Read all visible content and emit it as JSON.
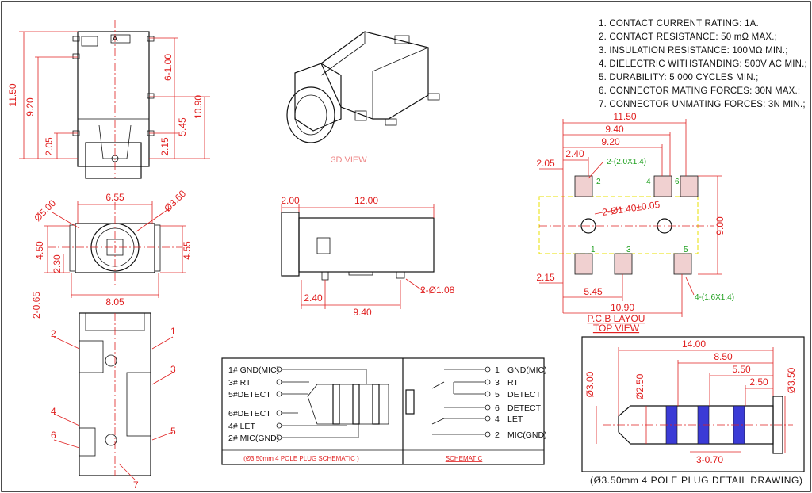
{
  "specs": [
    "1.  CONTACT CURRENT RATING: 1A.",
    "2.  CONTACT RESISTANCE: 50 mΩ MAX.;",
    "3.  INSULATION RESISTANCE: 100MΩ MIN.;",
    "4.  DIELECTRIC WITHSTANDING: 500V AC MIN.;",
    "5.  DURABILITY: 5,000 CYCLES MIN.;",
    "6.  CONNECTOR MATING FORCES: 30N   MAX.;",
    "7.  CONNECTOR UNMATING FORCES: 3N MIN.;"
  ],
  "views": {
    "view_3d": "3D VIEW",
    "pcb_layout": "P.C.B LAYOU",
    "top_view": "TOP VIEW",
    "plug_schematic_caption": "(Ø3.50mm 4 POLE PLUG SCHEMATIC )",
    "schematic_caption": "SCHEMATIC",
    "plug_detail_title": "(Ø3.50mm 4 POLE PLUG DETAIL DRAWING)"
  },
  "dims_front": {
    "h_total": "11.50",
    "h_920": "9.20",
    "h_205": "2.05",
    "h_610": "6-1.00",
    "h_1090": "10.90",
    "h_545": "5.45",
    "h_215": "2.15",
    "letter": "A"
  },
  "dims_round": {
    "dia_500": "Ø5.00",
    "w_655": "6.55",
    "dia_360": "Ø3.60",
    "h_450": "4.50",
    "h_455": "4.55",
    "h_230": "2.30",
    "w_805": "8.05",
    "side_065": "2-0.65"
  },
  "dims_side": {
    "w_200": "2.00",
    "w_1200": "12.00",
    "w_240": "2.40",
    "w_940": "9.40",
    "dia_108": "2-Ø1.08"
  },
  "dims_pcb": {
    "w_1150": "11.50",
    "w_940": "9.40",
    "w_920": "9.20",
    "w_240": "2.40",
    "w_205": "2.05",
    "pad_2x14": "2-(2.0X1.4)",
    "hole_140": "2-Ø1.40±0.05",
    "h_900": "9.00",
    "w_215": "2.15",
    "w_545": "5.45",
    "w_1090": "10.90",
    "pad_16x14": "4-(1.6X1.4)",
    "pins": [
      "2",
      "4",
      "6",
      "1",
      "3",
      "5"
    ]
  },
  "pin_labels_bottom": [
    "2",
    "1",
    "3",
    "4",
    "5",
    "6",
    "7"
  ],
  "plug_schematic": {
    "left": [
      "1# GND(MIC)",
      "3#  RT",
      "5#DETECT",
      "6#DETECT",
      "4#  LET",
      "2#  MIC(GND)"
    ],
    "right_numbers": [
      "1",
      "3",
      "5",
      "6",
      "4",
      "2"
    ],
    "right_labels": [
      "GND(MIC)",
      "RT",
      "DETECT",
      "DETECT",
      "LET",
      "MIC(GND)"
    ]
  },
  "plug_dims": {
    "l_1400": "14.00",
    "l_850": "8.50",
    "l_550": "5.50",
    "l_250": "2.50",
    "dia_300": "Ø3.00",
    "dia_250": "Ø2.50",
    "dia_350": "Ø3.50",
    "ring_070": "3-0.70"
  },
  "colors": {
    "dimension": "#e02020",
    "pad_label": "#1fa01f",
    "outline": "#111111",
    "outline_pcb": "#e8e000",
    "plug_band": "#3b3bd6"
  }
}
